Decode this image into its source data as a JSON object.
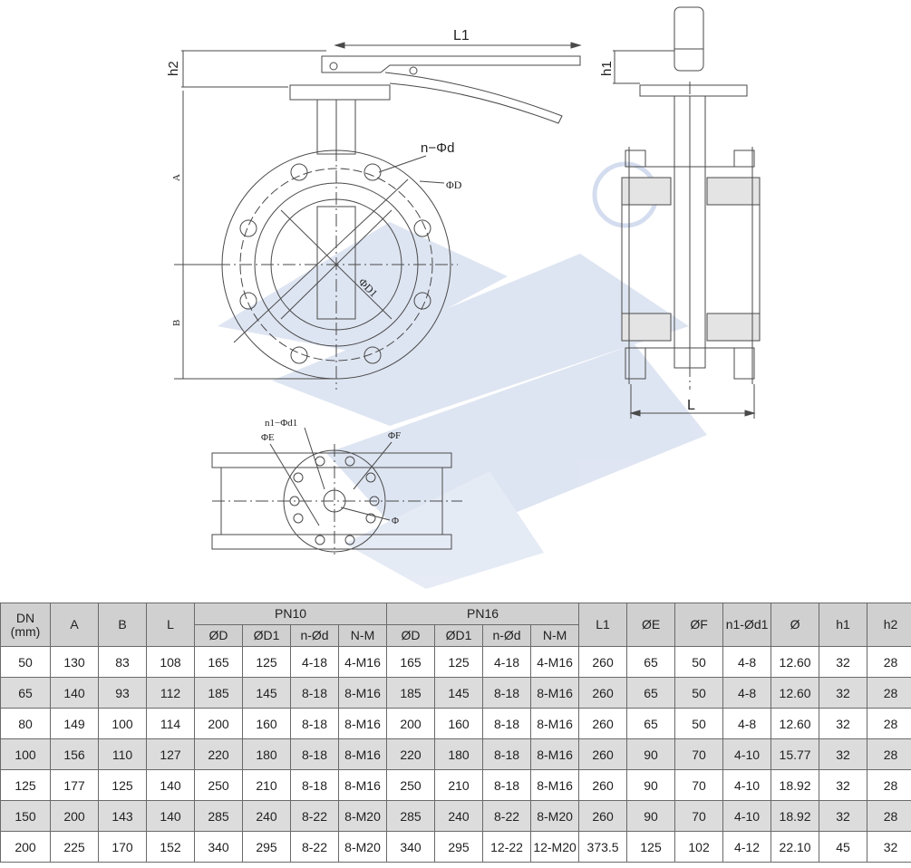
{
  "drawing": {
    "labels": {
      "L1": "L1",
      "h2": "h2",
      "h1": "h1",
      "L": "L",
      "A": "A",
      "B": "B",
      "n_phi_d": "n−Φd",
      "phiD": "ΦD",
      "phiD1": "ΦD1",
      "n1_phi_d1": "n1−Φd1",
      "phiE": "ΦE",
      "phiF": "ΦF",
      "phi": "Φ"
    },
    "colors": {
      "line": "#4a4a4a",
      "watermark": "#c9d4ea",
      "hatch": "#8a8a8a"
    }
  },
  "table": {
    "header": {
      "dn": "DN (mm)",
      "a": "A",
      "b": "B",
      "l": "L",
      "pn10": "PN10",
      "pn16": "PN16",
      "l1": "L1",
      "phi_e": "ØE",
      "phi_f": "ØF",
      "n1_d1": "n1-Ød1",
      "phi": "Ø",
      "h1": "h1",
      "h2": "h2",
      "sub": [
        "ØD",
        "ØD1",
        "n-Ød",
        "N-M",
        "ØD",
        "ØD1",
        "n-Ød",
        "N-M"
      ]
    },
    "rows": [
      [
        "50",
        "130",
        "83",
        "108",
        "165",
        "125",
        "4-18",
        "4-M16",
        "165",
        "125",
        "4-18",
        "4-M16",
        "260",
        "65",
        "50",
        "4-8",
        "12.60",
        "32",
        "28"
      ],
      [
        "65",
        "140",
        "93",
        "112",
        "185",
        "145",
        "8-18",
        "8-M16",
        "185",
        "145",
        "8-18",
        "8-M16",
        "260",
        "65",
        "50",
        "4-8",
        "12.60",
        "32",
        "28"
      ],
      [
        "80",
        "149",
        "100",
        "114",
        "200",
        "160",
        "8-18",
        "8-M16",
        "200",
        "160",
        "8-18",
        "8-M16",
        "260",
        "65",
        "50",
        "4-8",
        "12.60",
        "32",
        "28"
      ],
      [
        "100",
        "156",
        "110",
        "127",
        "220",
        "180",
        "8-18",
        "8-M16",
        "220",
        "180",
        "8-18",
        "8-M16",
        "260",
        "90",
        "70",
        "4-10",
        "15.77",
        "32",
        "28"
      ],
      [
        "125",
        "177",
        "125",
        "140",
        "250",
        "210",
        "8-18",
        "8-M16",
        "250",
        "210",
        "8-18",
        "8-M16",
        "260",
        "90",
        "70",
        "4-10",
        "18.92",
        "32",
        "28"
      ],
      [
        "150",
        "200",
        "143",
        "140",
        "285",
        "240",
        "8-22",
        "8-M20",
        "285",
        "240",
        "8-22",
        "8-M20",
        "260",
        "90",
        "70",
        "4-10",
        "18.92",
        "32",
        "28"
      ],
      [
        "200",
        "225",
        "170",
        "152",
        "340",
        "295",
        "8-22",
        "8-M20",
        "340",
        "295",
        "12-22",
        "12-M20",
        "373.5",
        "125",
        "102",
        "4-12",
        "22.10",
        "45",
        "32"
      ]
    ]
  }
}
